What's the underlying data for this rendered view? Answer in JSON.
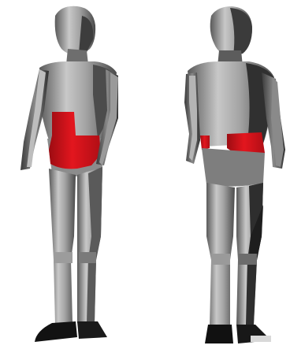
{
  "figures": [
    {
      "view": "front",
      "highlighted_region": "lower-abdomen"
    },
    {
      "view": "back",
      "highlighted_region": "lower-back"
    }
  ],
  "colors": {
    "background": "#ffffff",
    "body_light": "#c4c4c4",
    "body_mid": "#8e8e8e",
    "body_dark": "#3f3f3f",
    "body_shadow": "#232323",
    "highlight": "#e0141c",
    "highlight_dark": "#a50d12",
    "shoe": "#111111"
  }
}
